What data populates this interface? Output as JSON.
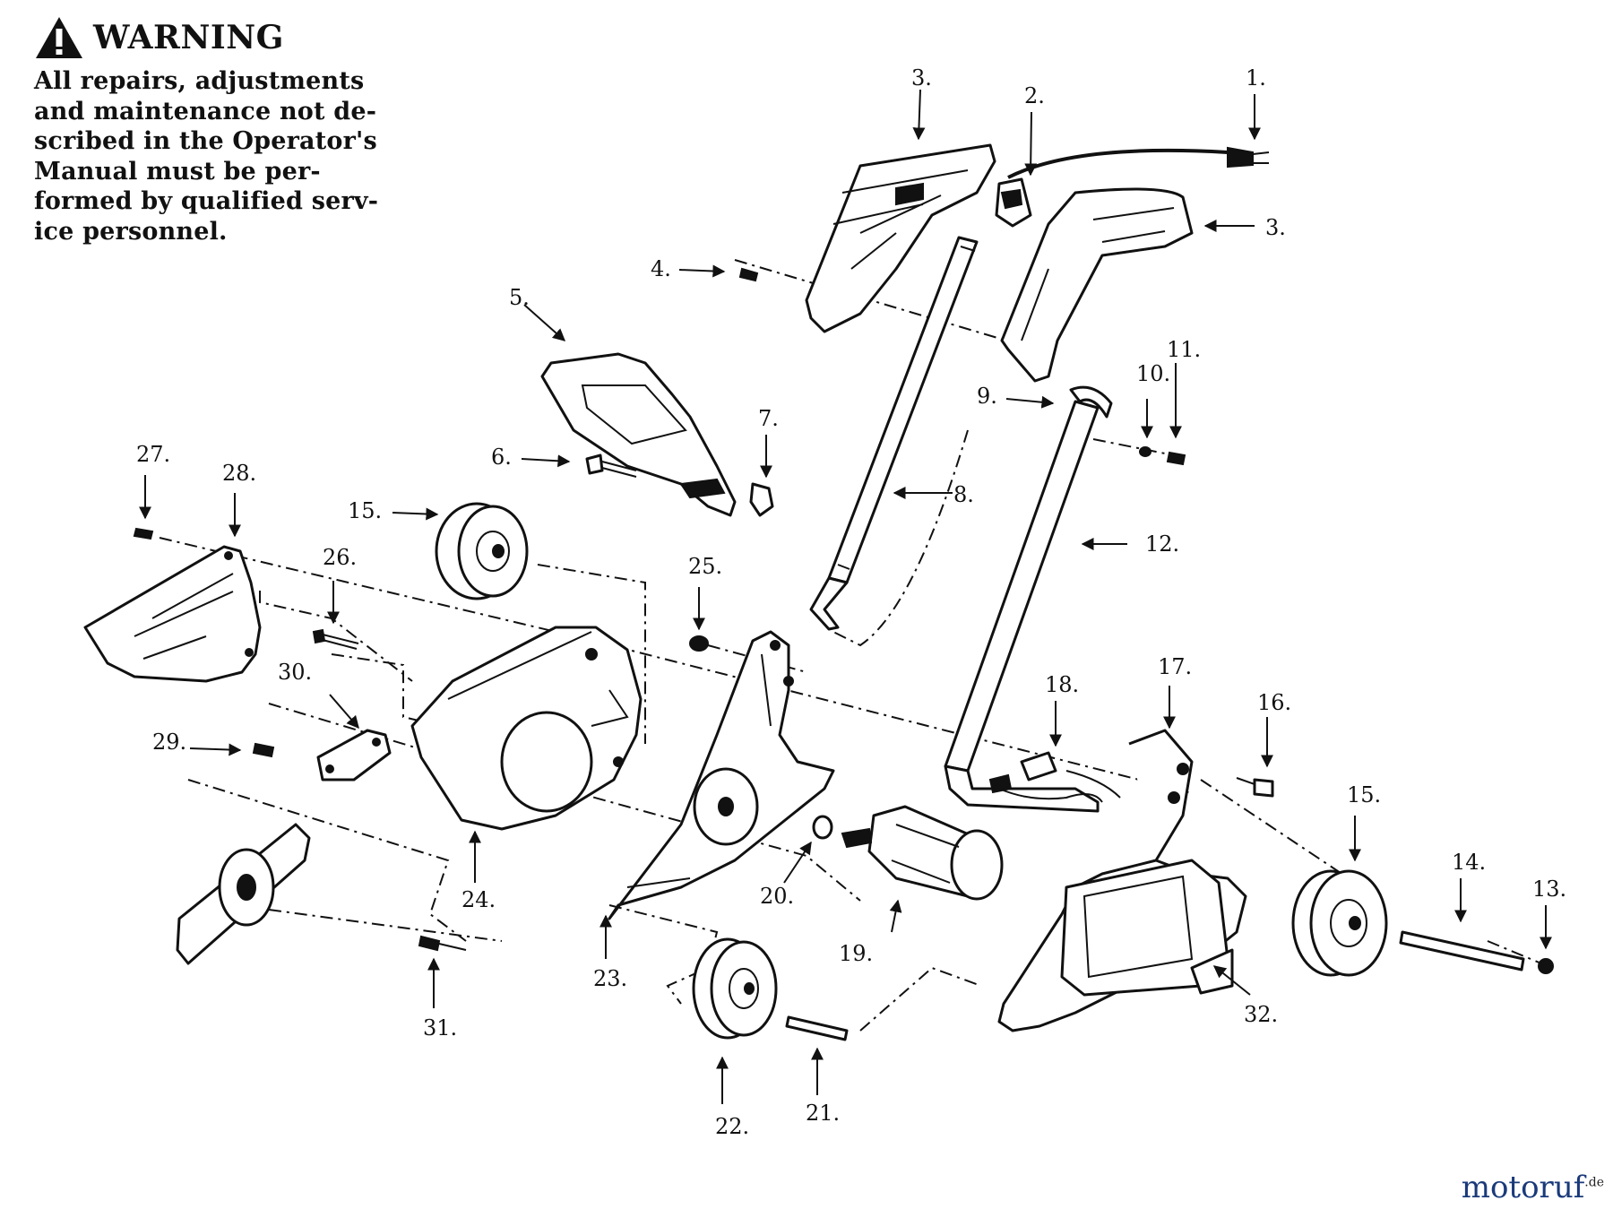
{
  "warning": {
    "icon": "warning-triangle-icon",
    "title": "WARNING",
    "lines": [
      "All repairs, adjustments",
      "and maintenance not de-",
      "scribed in the Operator's",
      "Manual must be per-",
      "formed by qualified serv-",
      "ice personnel."
    ]
  },
  "callouts": [
    "1.",
    "2.",
    "3.",
    "3.",
    "4.",
    "5.",
    "6.",
    "7.",
    "8.",
    "9.",
    "10.",
    "11.",
    "12.",
    "13.",
    "14.",
    "15.",
    "15.",
    "16.",
    "17.",
    "18.",
    "19.",
    "20.",
    "21.",
    "22.",
    "23.",
    "24.",
    "25.",
    "26.",
    "27.",
    "28.",
    "29.",
    "30.",
    "31.",
    "32."
  ],
  "brand": {
    "name": "motoruf",
    "suffix": ".de",
    "color": "#1a3a7a"
  }
}
